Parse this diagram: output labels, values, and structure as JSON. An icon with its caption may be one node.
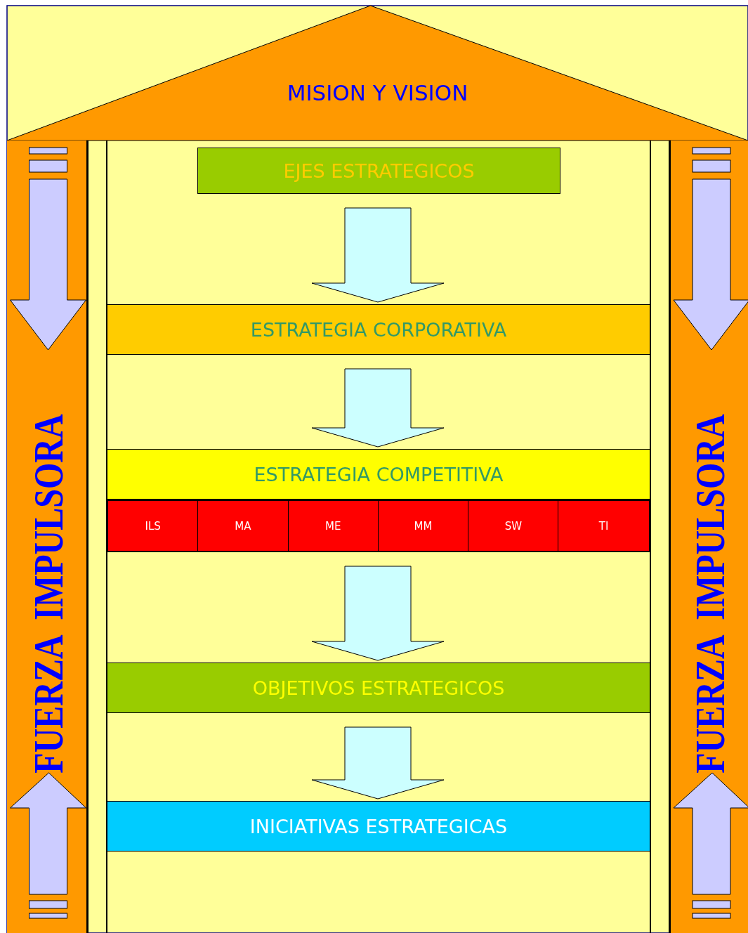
{
  "diagram": {
    "nodes": [
      {
        "text": [
          "MISION Y VISION"
        ]
      },
      {
        "text": [
          "EJES ESTRATEGICOS"
        ]
      },
      {
        "text": [
          "ESTRATEGIA CORPORATIVA"
        ]
      },
      {
        "text": [
          "ESTRATEGIA COMPETITIVA"
        ]
      },
      {
        "text": [],
        "shape": "bar"
      },
      {
        "text": [
          "ILS"
        ],
        "in": 4
      },
      {
        "text": [
          "MA"
        ],
        "in": 4
      },
      {
        "text": [
          "ME"
        ],
        "in": 4
      },
      {
        "text": [
          "MM"
        ],
        "in": 4
      },
      {
        "text": [
          "SW"
        ],
        "in": 4
      },
      {
        "text": [
          "TI"
        ],
        "in": 4
      },
      {
        "text": [
          "OBJETIVOS ESTRATEGICOS"
        ]
      },
      {
        "text": [
          "INICIATIVAS ESTRATEGICAS"
        ]
      },
      {
        "text": [
          "FUERZA IMPULSORA"
        ]
      },
      {
        "text": [
          "FUERZA IMPULSORA"
        ]
      }
    ],
    "edges": [
      {
        "from": 1,
        "to": 2,
        "arrow": "to"
      },
      {
        "from": 2,
        "to": 3,
        "arrow": "to"
      },
      {
        "from": 4,
        "to": 11,
        "arrow": "to"
      },
      {
        "from": 11,
        "to": 12,
        "arrow": "to"
      }
    ]
  }
}
